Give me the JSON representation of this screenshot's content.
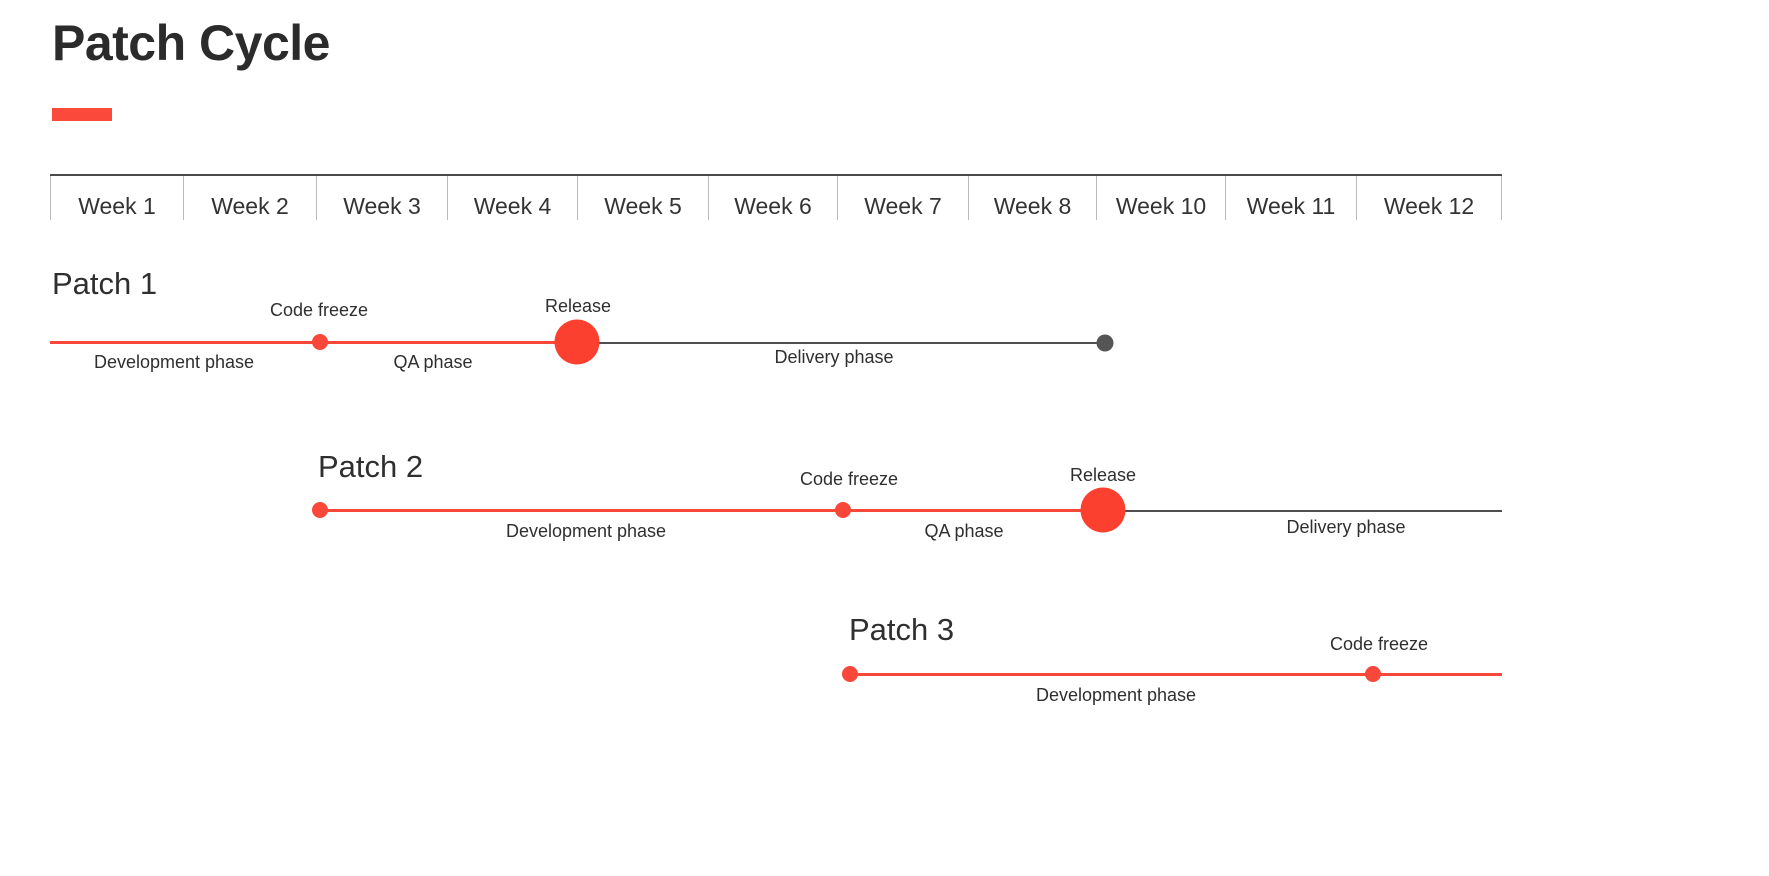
{
  "header": {
    "title": "Patch Cycle",
    "accent_color": "#fb4a3b"
  },
  "axis": {
    "weeks": [
      {
        "label": "Week 1"
      },
      {
        "label": "Week 2"
      },
      {
        "label": "Week 3"
      },
      {
        "label": "Week 4"
      },
      {
        "label": "Week 5"
      },
      {
        "label": "Week 6"
      },
      {
        "label": "Week 7"
      },
      {
        "label": "Week 8"
      },
      {
        "label": "Week 10"
      },
      {
        "label": "Week 11"
      },
      {
        "label": "Week 12"
      }
    ]
  },
  "chart_data": {
    "type": "timeline",
    "title": "Patch Cycle",
    "xlabel": "",
    "ylabel": "",
    "categories": [
      "Week 1",
      "Week 2",
      "Week 3",
      "Week 4",
      "Week 5",
      "Week 6",
      "Week 7",
      "Week 8",
      "Week 10",
      "Week 11",
      "Week 12"
    ],
    "legend": [],
    "grid": false,
    "series": [
      {
        "name": "Patch 1",
        "phases": [
          {
            "name": "Development phase",
            "color": "#f9473a"
          },
          {
            "name": "QA phase",
            "color": "#f9473a"
          },
          {
            "name": "Delivery phase",
            "color": "#4f4f4f"
          }
        ],
        "milestones": [
          {
            "name": "Code freeze",
            "type": "small-red"
          },
          {
            "name": "Release",
            "type": "large-red"
          }
        ]
      },
      {
        "name": "Patch 2",
        "phases": [
          {
            "name": "Development phase",
            "color": "#f9473a"
          },
          {
            "name": "QA phase",
            "color": "#f9473a"
          },
          {
            "name": "Delivery phase",
            "color": "#4f4f4f"
          }
        ],
        "milestones": [
          {
            "name": "Code freeze",
            "type": "small-red"
          },
          {
            "name": "Release",
            "type": "large-red"
          }
        ]
      },
      {
        "name": "Patch 3",
        "phases": [
          {
            "name": "Development phase",
            "color": "#f9473a"
          }
        ],
        "milestones": [
          {
            "name": "Code freeze",
            "type": "small-red"
          }
        ]
      }
    ]
  },
  "patch1": {
    "name": "Patch 1",
    "dev_phase": "Development phase",
    "qa_phase": "QA phase",
    "delivery_phase": "Delivery phase",
    "code_freeze": "Code freeze",
    "release": "Release"
  },
  "patch2": {
    "name": "Patch 2",
    "dev_phase": "Development phase",
    "qa_phase": "QA phase",
    "delivery_phase": "Delivery phase",
    "code_freeze": "Code freeze",
    "release": "Release"
  },
  "patch3": {
    "name": "Patch 3",
    "dev_phase": "Development phase",
    "code_freeze": "Code freeze"
  }
}
